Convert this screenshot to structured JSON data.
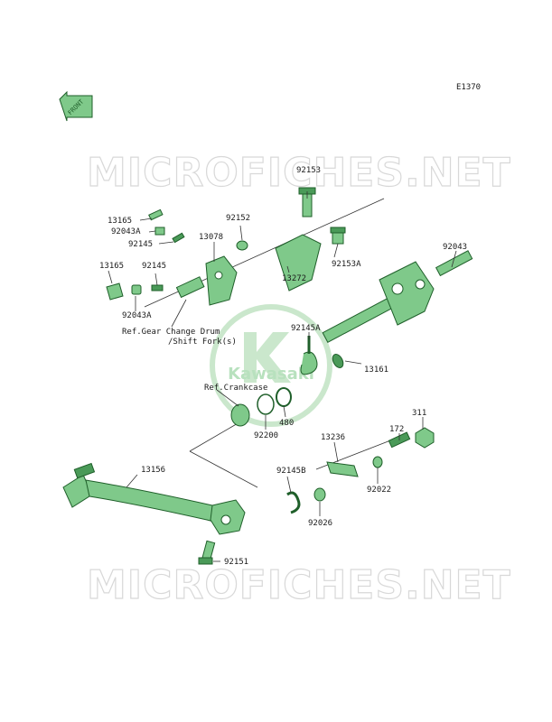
{
  "diagram_code": "E1370",
  "front_label": "FRONT",
  "watermark": "MICROFICHES.NET",
  "brand": "Kawasaki",
  "labels": {
    "p13165a": "13165",
    "p92043a_1": "92043A",
    "p92145_1": "92145",
    "p13078": "13078",
    "p92152": "92152",
    "p92153": "92153",
    "p13272": "13272",
    "p92153a": "92153A",
    "p92043": "92043",
    "p13165b": "13165",
    "p92145_2": "92145",
    "p92043a_2": "92043A",
    "ref_gear": "Ref.Gear Change Drum",
    "ref_gear2": "/Shift Fork(s)",
    "p92145a": "92145A",
    "p13161": "13161",
    "ref_crank": "Ref.Crankcase",
    "p480": "480",
    "p92200": "92200",
    "p311": "311",
    "p172": "172",
    "p13236": "13236",
    "p92022": "92022",
    "p13156": "13156",
    "p92145b": "92145B",
    "p92026": "92026",
    "p92151": "92151"
  },
  "colors": {
    "part_fill": "#7fc98a",
    "part_stroke": "#1f5f2a",
    "watermark": "#d8d8d8",
    "brand_green": "#4caf50"
  }
}
